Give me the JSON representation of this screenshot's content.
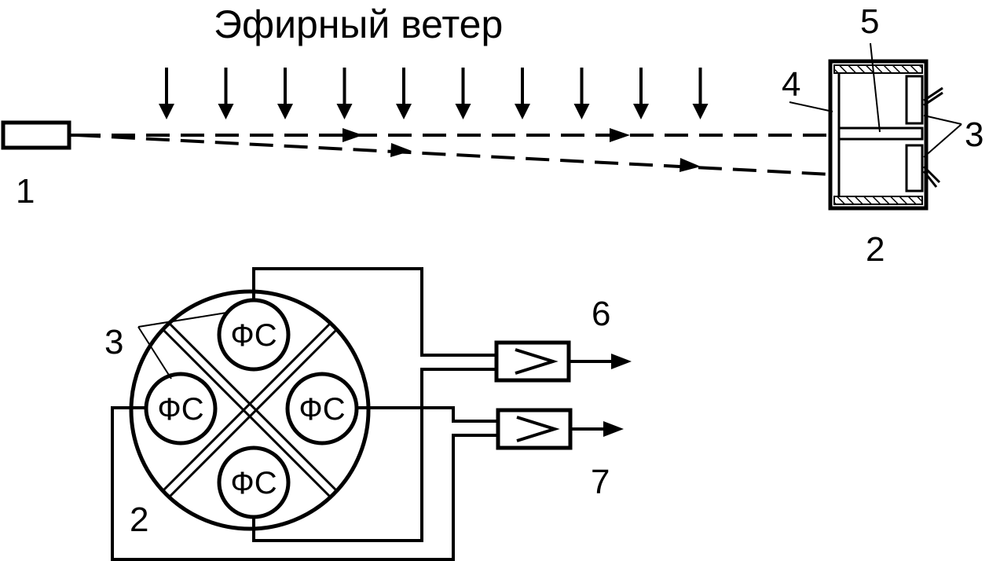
{
  "title": "Эфирный ветер",
  "labels": {
    "laser": "1",
    "receiver_top": "2",
    "receiver_bottom": "2",
    "photocells_top": "3",
    "photocells_bottom": "3",
    "window": "4",
    "partition": "5",
    "output_6": "6",
    "output_7": "7"
  },
  "photocell_label": "ФС",
  "photocells": [
    {
      "id": "top",
      "label": "ФС"
    },
    {
      "id": "left",
      "label": "ФС"
    },
    {
      "id": "right",
      "label": "ФС"
    },
    {
      "id": "bottom",
      "label": "ФС"
    }
  ],
  "amplifier_symbol": ">",
  "wind_arrow_count": 10
}
